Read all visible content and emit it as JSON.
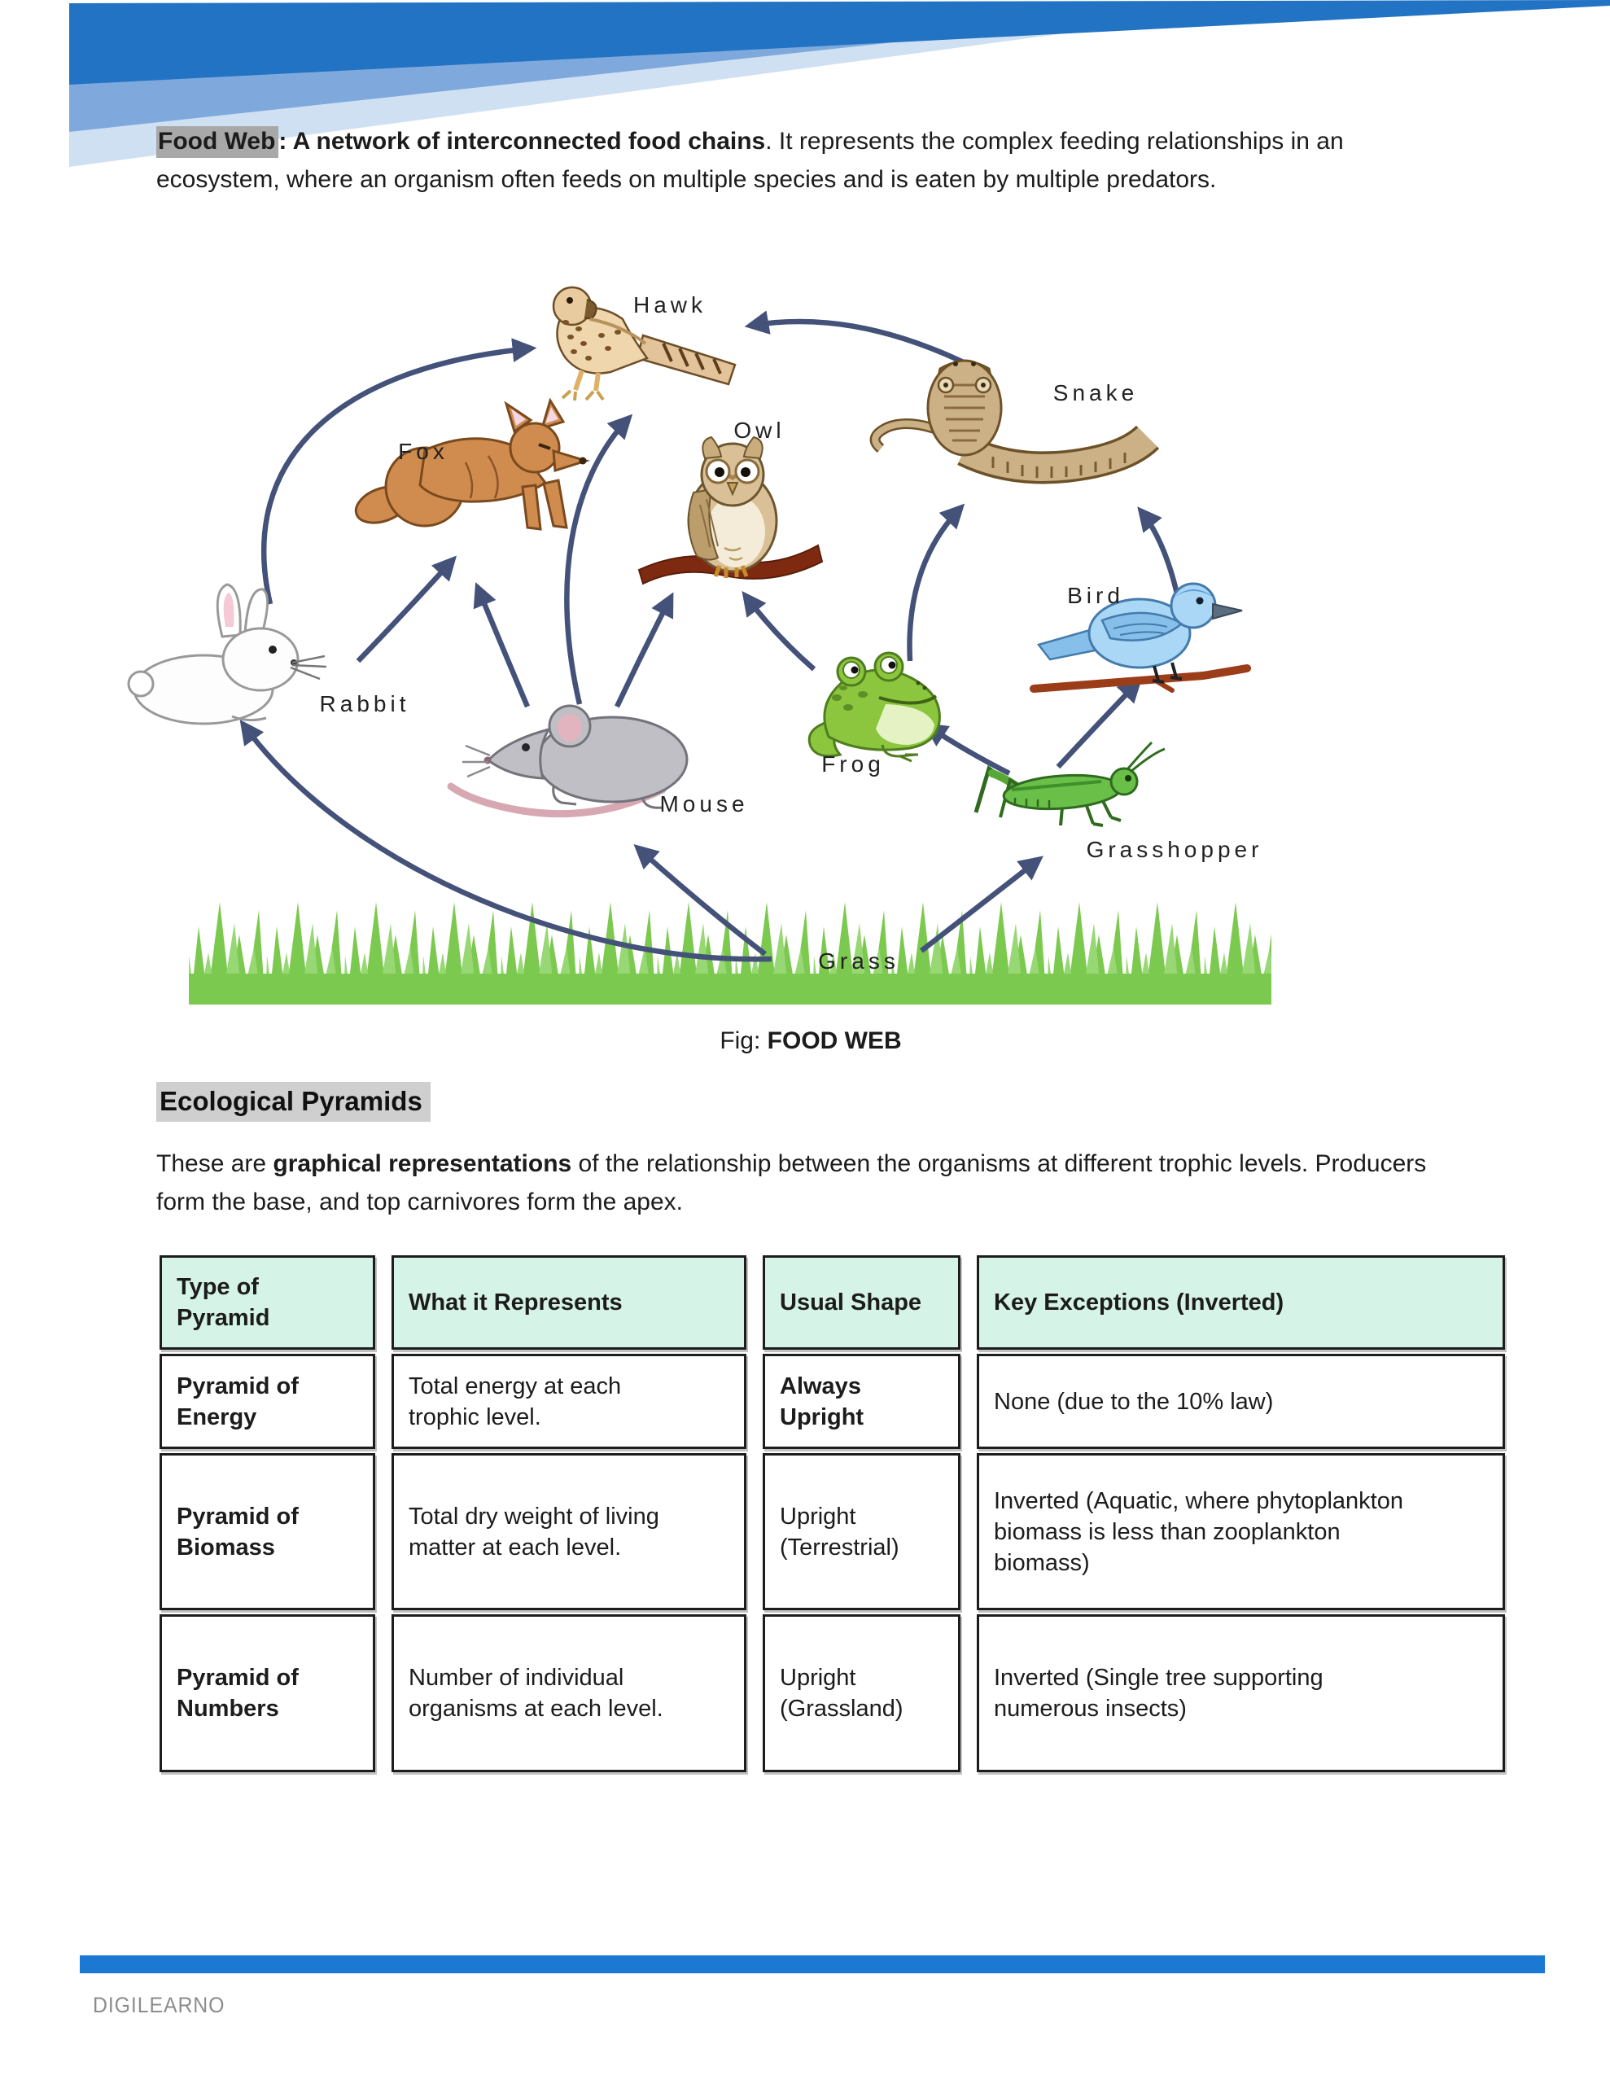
{
  "intro": {
    "term": "Food Web",
    "sep": ": ",
    "bold_phrase": "A network of interconnected food chains",
    "rest": ". It represents the complex feeding relationships in an ecosystem, where an organism often feeds on multiple species and is eaten by multiple predators."
  },
  "figure": {
    "caption_prefix": "Fig: ",
    "caption_title": "FOOD WEB",
    "labels": {
      "hawk": "Hawk",
      "snake": "Snake",
      "owl": "Owl",
      "fox": "Fox",
      "bird": "Bird",
      "rabbit": "Rabbit",
      "mouse": "Mouse",
      "frog": "Frog",
      "grasshopper": "Grasshopper",
      "grass": "Grass"
    },
    "relationships": [
      {
        "from": "Grass",
        "to": "Rabbit"
      },
      {
        "from": "Grass",
        "to": "Mouse"
      },
      {
        "from": "Grass",
        "to": "Grasshopper"
      },
      {
        "from": "Rabbit",
        "to": "Fox"
      },
      {
        "from": "Rabbit",
        "to": "Hawk"
      },
      {
        "from": "Mouse",
        "to": "Fox"
      },
      {
        "from": "Mouse",
        "to": "Owl"
      },
      {
        "from": "Mouse",
        "to": "Hawk"
      },
      {
        "from": "Frog",
        "to": "Owl"
      },
      {
        "from": "Frog",
        "to": "Snake"
      },
      {
        "from": "Grasshopper",
        "to": "Frog"
      },
      {
        "from": "Grasshopper",
        "to": "Bird"
      },
      {
        "from": "Bird",
        "to": "Snake"
      },
      {
        "from": "Snake",
        "to": "Hawk"
      }
    ],
    "arrow_color": "#44527a"
  },
  "section": {
    "heading": "Ecological Pyramids",
    "lead": "These are ",
    "bold_phrase": "graphical representations",
    "rest": " of the relationship between the organisms at different trophic levels. Producers form the base, and top carnivores form the apex."
  },
  "table": {
    "headers": [
      "Type of\nPyramid",
      "What it Represents",
      "Usual Shape",
      "Key Exceptions (Inverted)"
    ],
    "rows": [
      {
        "type": "Pyramid of\nEnergy",
        "represents": "Total energy at each\ntrophic level.",
        "shape": "Always\nUpright",
        "exceptions": "None (due to the 10% law)"
      },
      {
        "type": "Pyramid of\nBiomass",
        "represents": "Total dry weight of living\nmatter at each level.",
        "shape": "Upright\n(Terrestrial)",
        "exceptions": "Inverted (Aquatic, where phytoplankton\nbiomass is less than zooplankton\nbiomass)"
      },
      {
        "type": "Pyramid of\nNumbers",
        "represents": "Number of individual\norganisms at each level.",
        "shape": "Upright\n(Grassland)",
        "exceptions": "Inverted (Single tree supporting\nnumerous insects)"
      }
    ],
    "colors": {
      "header_bg": "#d5f3e6",
      "red_bold": "#b00604",
      "red": "#cf1b1b"
    }
  },
  "footer": {
    "brand": "DIGILEARNO",
    "bar_color": "#1b79d4"
  }
}
